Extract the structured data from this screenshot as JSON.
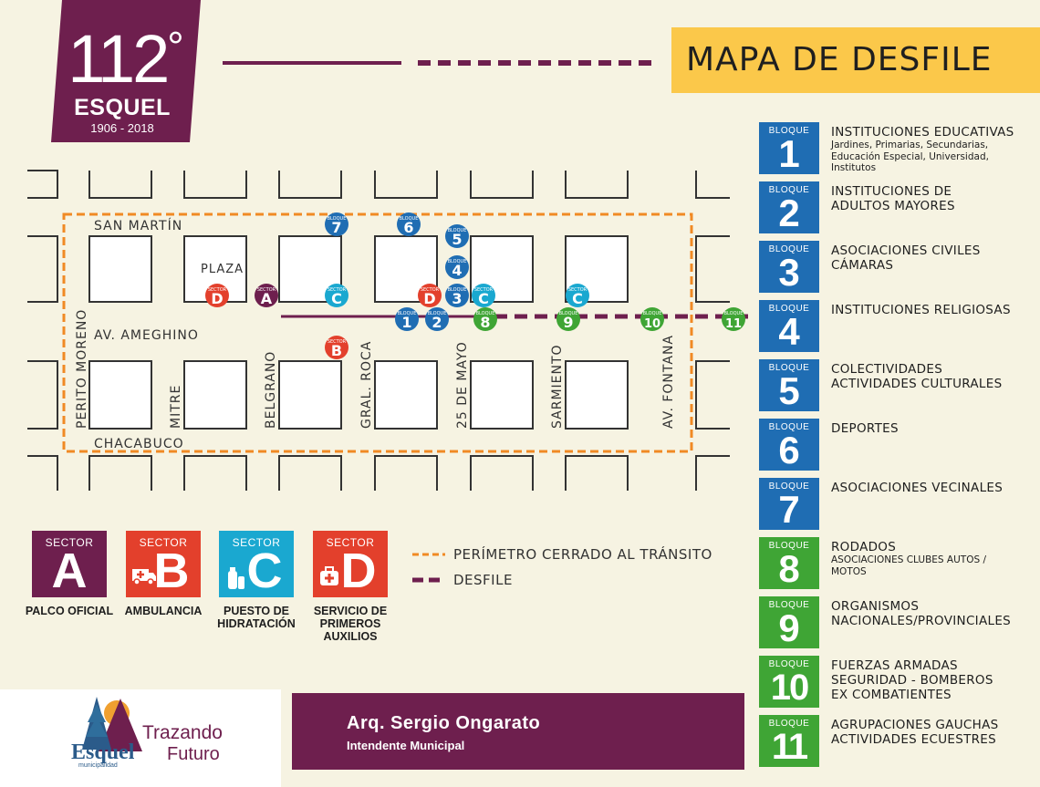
{
  "header": {
    "logo_number": "112",
    "logo_degree": "°",
    "logo_city": "ESQUEL",
    "logo_years": "1906 - 2018",
    "title": "MAPA DE DESFILE"
  },
  "colors": {
    "purple": "#6e1f4e",
    "yellow": "#fbc84a",
    "blue": "#1f6db3",
    "green": "#3fa535",
    "cyan": "#1aa8d0",
    "red": "#e3402c",
    "orange": "#f08a24"
  },
  "streets": {
    "san_martin": "SAN MARTÍN",
    "ameghino": "AV. AMEGHINO",
    "chacabuco": "CHACABUCO",
    "perito_moreno": "PERITO MORENO",
    "mitre": "MITRE",
    "belgrano": "BELGRANO",
    "gral_roca": "GRAL. ROCA",
    "veinticinco": "25 DE MAYO",
    "sarmiento": "SARMIENTO",
    "fontana": "AV. FONTANA",
    "plaza": "PLAZA"
  },
  "map_marker_labels": {
    "bloque": "BLOQUE",
    "sector": "SECTOR"
  },
  "bloques": [
    {
      "label": "BLOQUE",
      "number": "1",
      "title": "INSTITUCIONES EDUCATIVAS",
      "sub": "Jardines, Primarias, Secundarias, Educación Especial, Universidad, Institutos",
      "color": "#1f6db3"
    },
    {
      "label": "BLOQUE",
      "number": "2",
      "title": "INSTITUCIONES DE ADULTOS MAYORES",
      "sub": "",
      "color": "#1f6db3"
    },
    {
      "label": "BLOQUE",
      "number": "3",
      "title": "ASOCIACIONES CIVILES CÁMARAS",
      "sub": "",
      "color": "#1f6db3"
    },
    {
      "label": "BLOQUE",
      "number": "4",
      "title": "INSTITUCIONES RELIGIOSAS",
      "sub": "",
      "color": "#1f6db3"
    },
    {
      "label": "BLOQUE",
      "number": "5",
      "title": "COLECTIVIDADES ACTIVIDADES CULTURALES",
      "sub": "",
      "color": "#1f6db3"
    },
    {
      "label": "BLOQUE",
      "number": "6",
      "title": "DEPORTES",
      "sub": "",
      "color": "#1f6db3"
    },
    {
      "label": "BLOQUE",
      "number": "7",
      "title": "ASOCIACIONES VECINALES",
      "sub": "",
      "color": "#1f6db3"
    },
    {
      "label": "BLOQUE",
      "number": "8",
      "title": "RODADOS",
      "sub": "ASOCIACIONES CLUBES AUTOS / MOTOS",
      "color": "#3fa535"
    },
    {
      "label": "BLOQUE",
      "number": "9",
      "title": "ORGANISMOS NACIONALES/PROVINCIALES",
      "sub": "",
      "color": "#3fa535"
    },
    {
      "label": "BLOQUE",
      "number": "10",
      "title": "FUERZAS ARMADAS SEGURIDAD - BOMBEROS EX COMBATIENTES",
      "sub": "",
      "color": "#3fa535"
    },
    {
      "label": "BLOQUE",
      "number": "11",
      "title": "AGRUPACIONES GAUCHAS ACTIVIDADES ECUESTRES",
      "sub": "",
      "color": "#3fa535"
    }
  ],
  "sectors": [
    {
      "label": "SECTOR",
      "letter": "A",
      "caption": "PALCO OFICIAL",
      "color": "#6e1f4e",
      "icon": ""
    },
    {
      "label": "SECTOR",
      "letter": "B",
      "caption": "AMBULANCIA",
      "color": "#e3402c",
      "icon": "ambulance-icon"
    },
    {
      "label": "SECTOR",
      "letter": "C",
      "caption": "PUESTO DE HIDRATACIÓN",
      "color": "#1aa8d0",
      "icon": "water-bottle-icon"
    },
    {
      "label": "SECTOR",
      "letter": "D",
      "caption": "SERVICIO DE PRIMEROS AUXILIOS",
      "color": "#e3402c",
      "icon": "first-aid-kit-icon"
    }
  ],
  "line_legend": {
    "perimeter": "PERÍMETRO CERRADO AL TRÁNSITO",
    "parade": "DESFILE"
  },
  "footer": {
    "name": "Arq. Sergio Ongarato",
    "role": "Intendente Municipal",
    "brand_trazando": "Trazando",
    "brand_esquel": "Esquel",
    "brand_futuro": "Futuro",
    "brand_municipalidad": "municipalidad"
  }
}
